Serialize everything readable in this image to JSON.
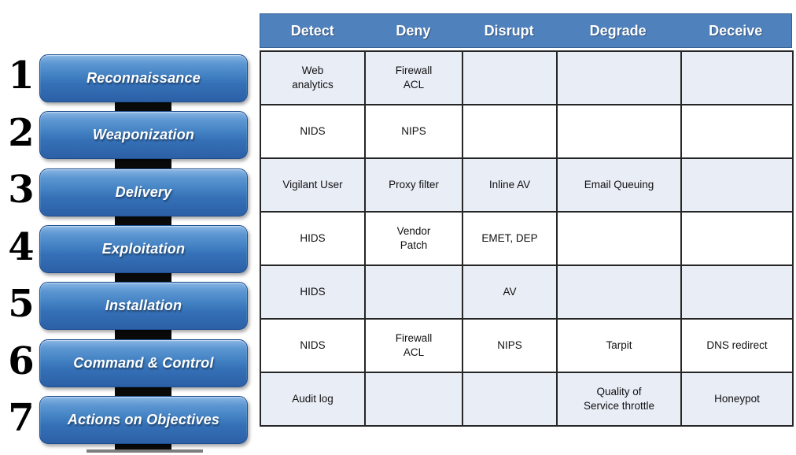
{
  "matrix": {
    "columns": [
      "Detect",
      "Deny",
      "Disrupt",
      "Degrade",
      "Deceive"
    ],
    "rows": [
      {
        "cells": [
          "Web\nanalytics",
          "Firewall\nACL",
          "",
          "",
          ""
        ]
      },
      {
        "cells": [
          "NIDS",
          "NIPS",
          "",
          "",
          ""
        ]
      },
      {
        "cells": [
          "Vigilant User",
          "Proxy filter",
          "Inline AV",
          "Email Queuing",
          ""
        ]
      },
      {
        "cells": [
          "HIDS",
          "Vendor\nPatch",
          "EMET, DEP",
          "",
          ""
        ]
      },
      {
        "cells": [
          "HIDS",
          "",
          "AV",
          "",
          ""
        ]
      },
      {
        "cells": [
          "NIDS",
          "Firewall\nACL",
          "NIPS",
          "Tarpit",
          "DNS redirect"
        ]
      },
      {
        "cells": [
          "Audit log",
          "",
          "",
          "Quality of\nService throttle",
          "Honeypot"
        ]
      }
    ]
  },
  "stages": [
    {
      "number": "1",
      "label": "Reconnaissance"
    },
    {
      "number": "2",
      "label": "Weaponization"
    },
    {
      "number": "3",
      "label": "Delivery"
    },
    {
      "number": "4",
      "label": "Exploitation"
    },
    {
      "number": "5",
      "label": "Installation"
    },
    {
      "number": "6",
      "label": "Command & Control"
    },
    {
      "number": "7",
      "label": "Actions on Objectives"
    }
  ],
  "colors": {
    "header_blue": "#4f81bd",
    "row_shade": "#e9edf6",
    "button_blue_top": "#8ab6e4",
    "button_blue_bottom": "#2c60a7",
    "grid_border": "#262626",
    "connector_black": "#0a0a0a"
  }
}
